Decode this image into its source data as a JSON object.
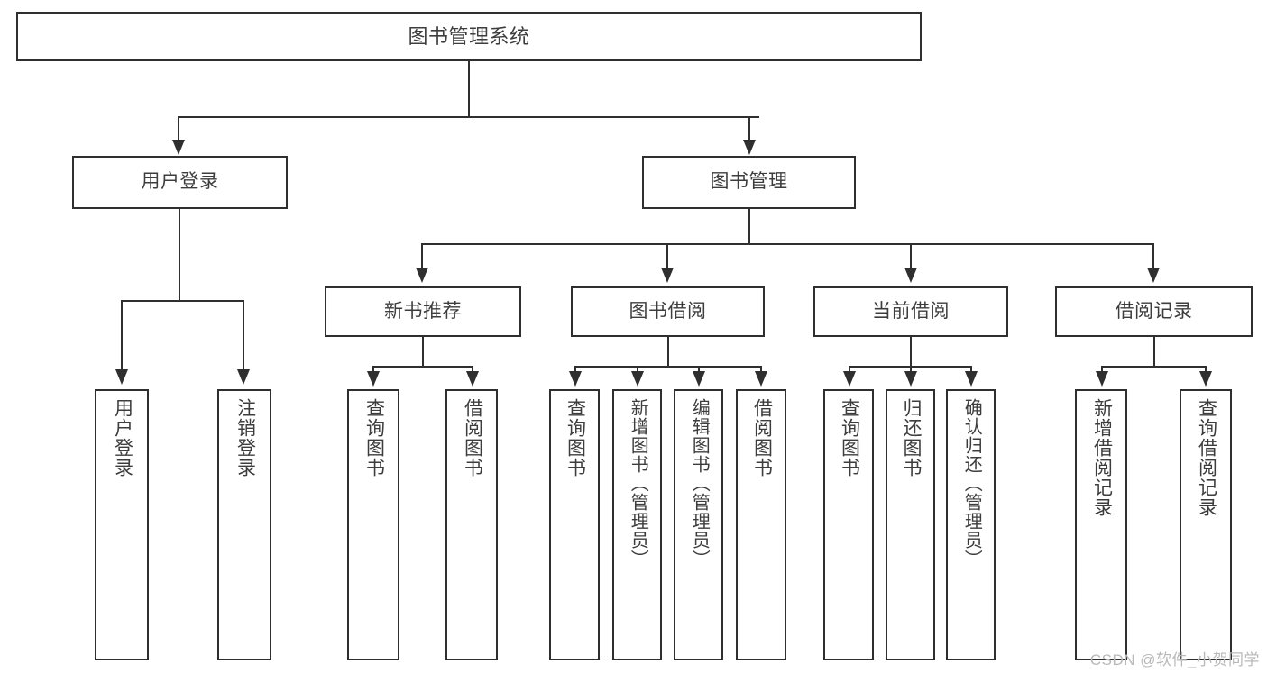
{
  "diagram": {
    "type": "tree-hierarchy",
    "title": "图书管理系统",
    "root": {
      "label": "图书管理系统"
    },
    "level2": [
      {
        "id": "user-login",
        "label": "用户登录"
      },
      {
        "id": "book-manage",
        "label": "图书管理"
      }
    ],
    "level3": [
      {
        "id": "new-book-recommend",
        "label": "新书推荐",
        "parent": "book-manage"
      },
      {
        "id": "book-borrow",
        "label": "图书借阅",
        "parent": "book-manage"
      },
      {
        "id": "current-borrow",
        "label": "当前借阅",
        "parent": "book-manage"
      },
      {
        "id": "borrow-record",
        "label": "借阅记录",
        "parent": "book-manage"
      }
    ],
    "leaves": [
      {
        "id": "leaf-user-login",
        "label": "用户登录",
        "parent": "user-login"
      },
      {
        "id": "leaf-logout",
        "label": "注销登录",
        "parent": "user-login"
      },
      {
        "id": "leaf-query-book-1",
        "label": "查询图书",
        "parent": "new-book-recommend"
      },
      {
        "id": "leaf-borrow-book-1",
        "label": "借阅图书",
        "parent": "new-book-recommend"
      },
      {
        "id": "leaf-query-book-2",
        "label": "查询图书",
        "parent": "book-borrow"
      },
      {
        "id": "leaf-add-book",
        "label": "新增图书（管理员）",
        "parent": "book-borrow"
      },
      {
        "id": "leaf-edit-book",
        "label": "编辑图书（管理员）",
        "parent": "book-borrow"
      },
      {
        "id": "leaf-borrow-book-2",
        "label": "借阅图书",
        "parent": "book-borrow"
      },
      {
        "id": "leaf-query-book-3",
        "label": "查询图书",
        "parent": "current-borrow"
      },
      {
        "id": "leaf-return-book",
        "label": "归还图书",
        "parent": "current-borrow"
      },
      {
        "id": "leaf-confirm-return",
        "label": "确认归还（管理员）",
        "parent": "current-borrow"
      },
      {
        "id": "leaf-add-record",
        "label": "新增借阅记录",
        "parent": "borrow-record"
      },
      {
        "id": "leaf-query-record",
        "label": "查询借阅记录",
        "parent": "borrow-record"
      }
    ]
  },
  "watermark": {
    "text": "CSDN @软件_小贺同学"
  },
  "colors": {
    "stroke": "#2f2f2f",
    "text": "#3d3d3d",
    "background": "#ffffff",
    "watermark": "#b9b9b9"
  }
}
